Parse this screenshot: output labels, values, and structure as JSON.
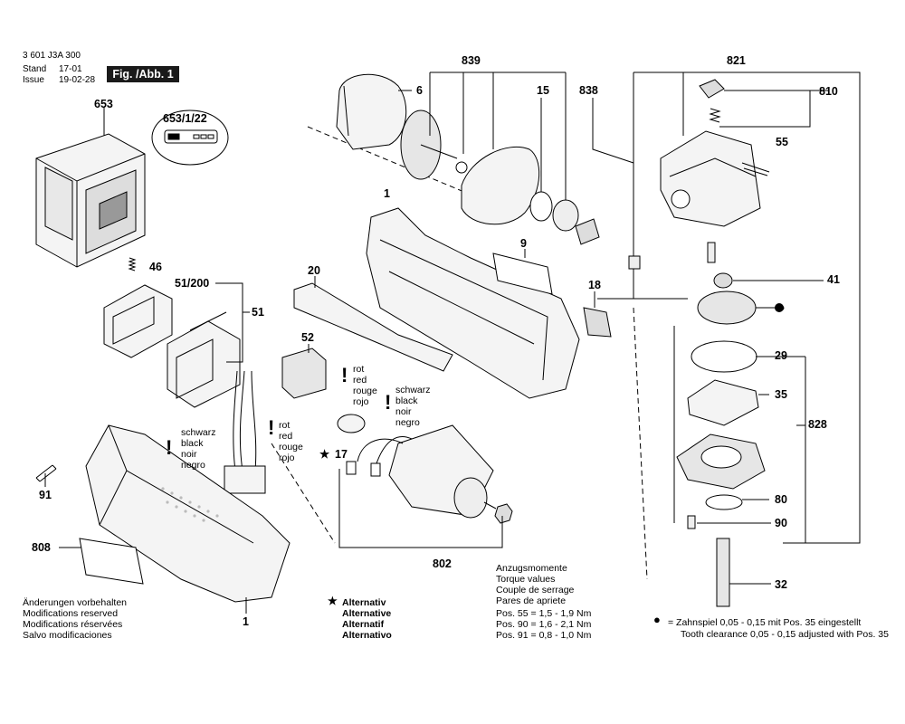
{
  "header": {
    "part_no": "3 601 J3A 300",
    "stand_label": "Stand",
    "stand_value": "17-01",
    "issue_label": "Issue",
    "issue_value": "19-02-28",
    "fig_label": "Fig. /Abb. 1"
  },
  "callouts": {
    "c653": "653",
    "c653_1_22": "653/1/22",
    "c46": "46",
    "c51_200": "51/200",
    "c51": "51",
    "c91": "91",
    "c808": "808",
    "c1_bottom": "1",
    "c6": "6",
    "c839": "839",
    "c15": "15",
    "c838": "838",
    "c1_top": "1",
    "c9": "9",
    "c20": "20",
    "c52": "52",
    "c18": "18",
    "c17": "17",
    "c802": "802",
    "c821": "821",
    "c810": "810",
    "c55": "55",
    "c41": "41",
    "c29": "29",
    "c35": "35",
    "c828": "828",
    "c80": "80",
    "c90": "90",
    "c32": "32"
  },
  "wire_colors_black_left": [
    "schwarz",
    "black",
    "noir",
    "negro"
  ],
  "wire_colors_red_left": [
    "rot",
    "red",
    "rouge",
    "rojo"
  ],
  "wire_colors_red_motor": [
    "rot",
    "red",
    "rouge",
    "rojo"
  ],
  "wire_colors_black_motor": [
    "schwarz",
    "black",
    "noir",
    "negro"
  ],
  "changes_notice": [
    "Änderungen vorbehalten",
    "Modifications reserved",
    "Modifications réservées",
    "Salvo modificaciones"
  ],
  "alternative": [
    "Alternativ",
    "Alternative",
    "Alternatif",
    "Alternativo"
  ],
  "torque": {
    "titles": [
      "Anzugsmomente",
      "Torque values",
      "Couple de serrage",
      "Pares de apriete"
    ],
    "rows": [
      "Pos.  55 = 1,5 - 1,9 Nm",
      "Pos.  90 = 1,6 - 2,1 Nm",
      "Pos.  91 = 0,8 - 1,0 Nm"
    ]
  },
  "clearance": {
    "line1": "=  Zahnspiel 0,05 - 0,15 mit Pos. 35 eingestellt",
    "line2": "Tooth clearance 0,05 - 0,15 adjusted with Pos. 35"
  },
  "symbols": {
    "star": "★",
    "exclaim": "!",
    "bullet": "●"
  }
}
